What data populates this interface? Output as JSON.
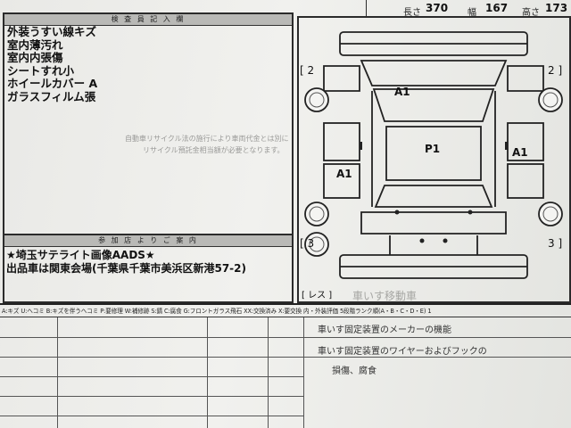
{
  "header": {
    "length_label": "長さ",
    "length_value": "370",
    "width_label": "幅",
    "width_value": "167",
    "height_label": "高さ",
    "height_value": "173"
  },
  "inspector": {
    "title": "検 査 員 記 入 欄",
    "notes": [
      "外装うすい線キズ",
      "室内薄汚れ",
      "室内内張傷",
      "シートすれ小",
      "ホイールカバー A",
      "ガラスフィルム張"
    ],
    "faint_lines": [
      "自動車リサイクル法の施行により車両代金とは別に",
      "リサイクル預託金相当額が必要となります。"
    ]
  },
  "venue": {
    "title": "参 加 店 よ り ご 案 内",
    "line1": "★埼玉サテライト画像AADS★",
    "line2": "出品車は関東会場(千葉県千葉市美浜区新港57-2)"
  },
  "diagram": {
    "marks": {
      "roof": "A1",
      "center": "P1",
      "left": "A1",
      "right": "A1"
    },
    "brackets": {
      "front_left": "[ 2",
      "front_right": "2 ]",
      "rear_left": "[ 3",
      "rear_right": "3 ]",
      "rear_label": "[ レス ]"
    }
  },
  "legend": "A:キズ  U:ヘコミ  B:キズを伴うヘコミ  P:要修理  W:補修跡  S:錆  C:腐食  G:フロントガラス飛石  XX:交換済み  X:要交換  内・外装評価  5段階ランク順(A・B・C・D・E)  1",
  "lower": {
    "right_lines": [
      "車いす固定装置のメーカーの機能",
      "車いす固定装置のワイヤーおよびフックの",
      "損傷、腐食"
    ],
    "faint_rear": "車いす移動車"
  }
}
